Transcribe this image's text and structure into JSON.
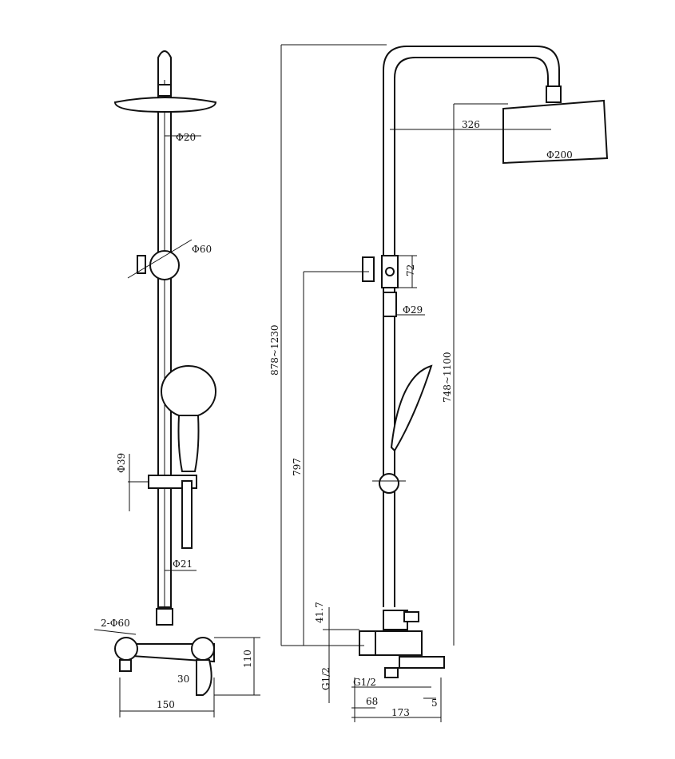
{
  "dimensions": {
    "front_head_dia": "Φ20",
    "front_holder_dia": "Φ60",
    "front_handle_dia": "Φ39",
    "front_lower_pipe_dia": "Φ21",
    "front_escutcheon": "2-Φ60",
    "front_valve_height": "110",
    "front_outlet_offset": "30",
    "front_valve_width": "150",
    "side_arm_reach": "326",
    "side_head_dia": "Φ200",
    "side_holder_height": "72",
    "side_riser_dia": "Φ29",
    "side_overall_height": "878~1230",
    "side_riser_height": "748~1100",
    "side_holder_height_from_inlet": "797",
    "side_inlet_offset": "41.7",
    "side_inlet_thread": "G1/2",
    "side_bottom_thread": "G1/2",
    "side_depth_small": "68",
    "side_depth_total": "173",
    "side_small_gap": "5"
  }
}
